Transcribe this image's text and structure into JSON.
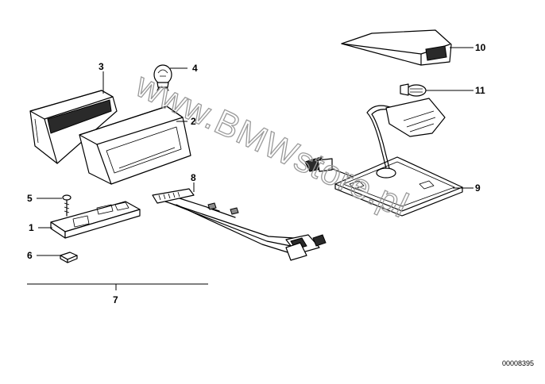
{
  "diagram": {
    "watermark": "www.BMWstore.pl",
    "reference_code": "00008395",
    "callouts": {
      "c1": "1",
      "c2": "2",
      "c3": "3",
      "c4": "4",
      "c5": "5",
      "c6": "6",
      "c7": "7",
      "c8": "8",
      "c9": "9",
      "c10": "10",
      "c11": "11"
    }
  }
}
